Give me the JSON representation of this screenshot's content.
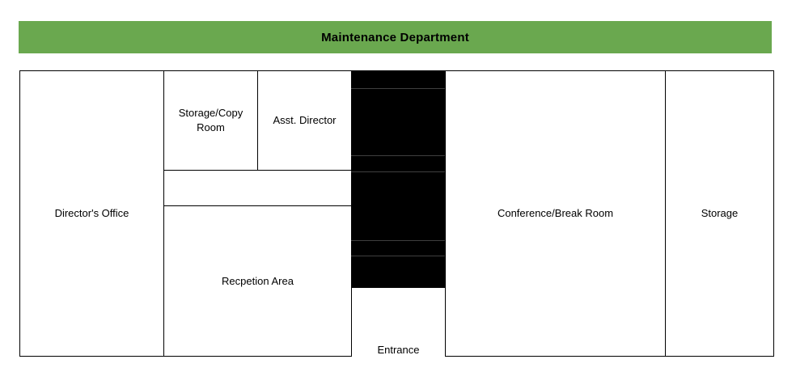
{
  "title": {
    "label": "Maintenance Department"
  },
  "colors": {
    "header_green": "#6aa84f",
    "wall_black": "#000000",
    "blocked_area_fill": "#000000",
    "blocked_area_divider": "#3f3f3f"
  },
  "rooms": {
    "directors_office": {
      "label": "Director's Office"
    },
    "storage_copy": {
      "label": "Storage/Copy Room"
    },
    "asst_director": {
      "label": "Asst. Director"
    },
    "corridor": {
      "label": ""
    },
    "reception": {
      "label": "Recpetion Area"
    },
    "conference": {
      "label": "Conference/Break Room"
    },
    "storage": {
      "label": "Storage"
    },
    "entrance": {
      "label": "Entrance"
    }
  }
}
